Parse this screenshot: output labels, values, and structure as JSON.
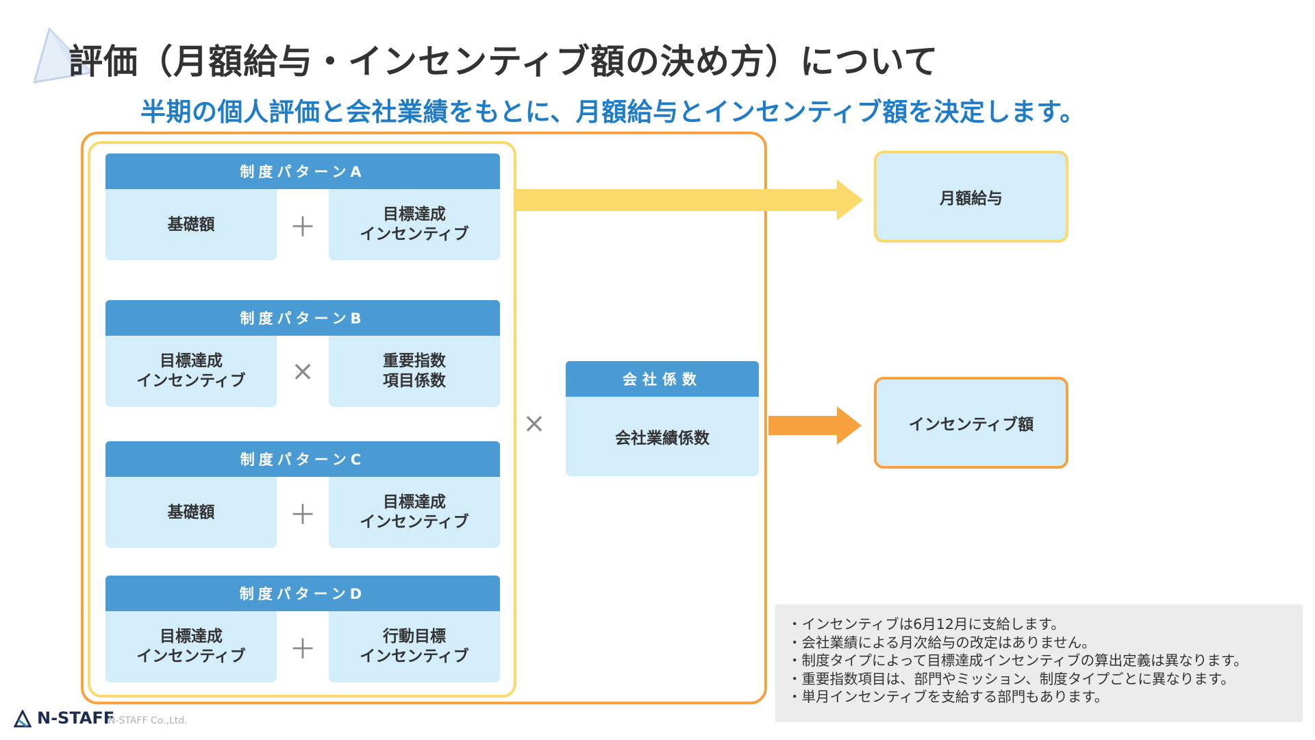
{
  "title": "評価（月額給与・インセンティブ額の決め方）について",
  "subtitle": "半期の個人評価と会社業績をもとに、月額給与とインセンティブ額を決定します。",
  "patterns": [
    {
      "header": "制度パターンA",
      "left": "基礎額",
      "op": "＋",
      "right": "目標達成\nインセンティブ"
    },
    {
      "header": "制度パターンB",
      "left": "目標達成\nインセンティブ",
      "op": "×",
      "right": "重要指数\n項目係数"
    },
    {
      "header": "制度パターンC",
      "left": "基礎額",
      "op": "＋",
      "right": "目標達成\nインセンティブ"
    },
    {
      "header": "制度パターンD",
      "left": "目標達成\nインセンティブ",
      "op": "＋",
      "right": "行動目標\nインセンティブ"
    }
  ],
  "multiply_op": "×",
  "company": {
    "header": "会社係数",
    "body": "会社業績係数"
  },
  "results": {
    "monthly": "月額給与",
    "incentive": "インセンティブ額"
  },
  "notes": [
    "・インセンティブは6月12月に支給します。",
    "・会社業績による月次給与の改定はありません。",
    "・制度タイプによって目標達成インセンティブの算出定義は異なります。",
    "・重要指数項目は、部門やミッション、制度タイプごとに異なります。",
    "・単月インセンティブを支給する部門もあります。"
  ],
  "footer": {
    "brand": "N-STAFF",
    "company": "N-STAFF Co.,Ltd."
  },
  "colors": {
    "blue_header": "#4a9ad4",
    "cell_bg": "#d4edfb",
    "orange": "#f7a23f",
    "yellow": "#fbd96a",
    "subtitle_blue": "#1f7cc7"
  },
  "icons": {
    "title": "triangle-logo-icon",
    "footer": "n-staff-logo-icon"
  }
}
